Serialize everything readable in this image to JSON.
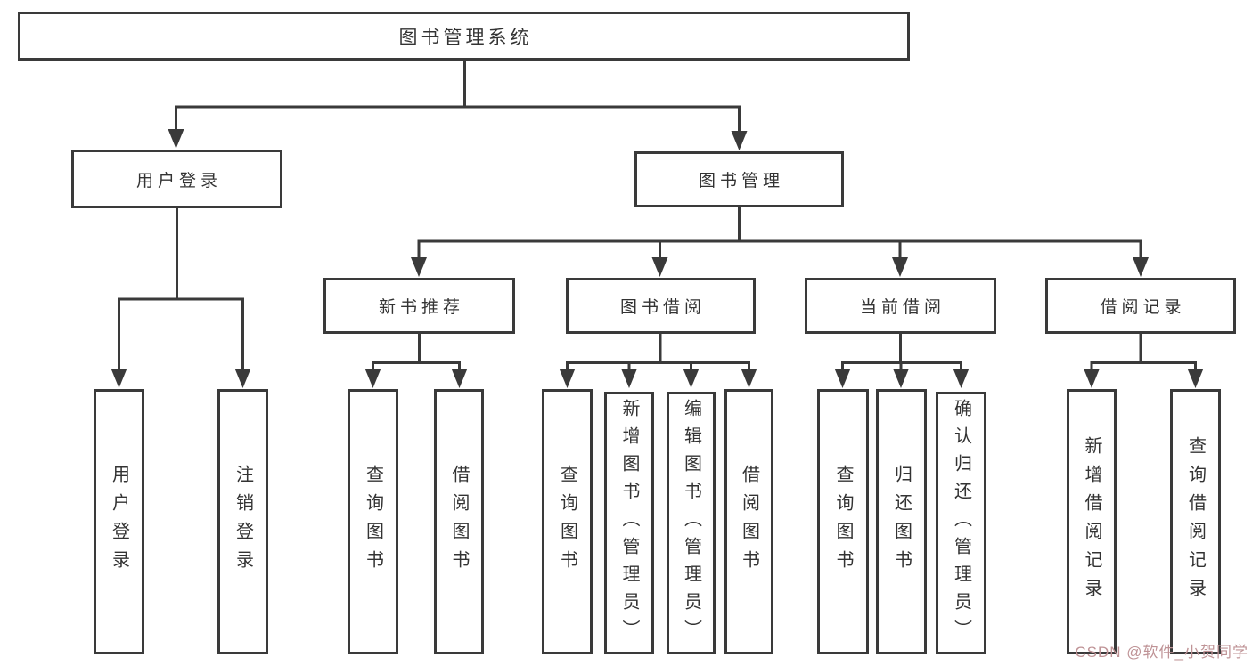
{
  "diagram": {
    "type": "tree",
    "title": "图书管理系统",
    "colors": {
      "line": "#3a3a3a",
      "box_border": "#3a3a3a",
      "text": "#333333",
      "background": "#ffffff",
      "watermark_text": "#bf9396"
    },
    "nodes": {
      "root": {
        "label": "图书管理系统",
        "children": [
          "user_login",
          "book_mgmt"
        ]
      },
      "user_login": {
        "label": "用户登录",
        "children": [
          "leaf_user_login",
          "leaf_logout"
        ]
      },
      "book_mgmt": {
        "label": "图书管理",
        "children": [
          "new_book_rec",
          "book_borrow",
          "current_borrow",
          "borrow_record"
        ]
      },
      "new_book_rec": {
        "label": "新书推荐",
        "children": [
          "leaf_query_book_1",
          "leaf_borrow_book_1"
        ]
      },
      "book_borrow": {
        "label": "图书借阅",
        "children": [
          "leaf_query_book_2",
          "leaf_add_book",
          "leaf_edit_book",
          "leaf_borrow_book_2"
        ]
      },
      "current_borrow": {
        "label": "当前借阅",
        "children": [
          "leaf_query_book_3",
          "leaf_return_book",
          "leaf_confirm_return"
        ]
      },
      "borrow_record": {
        "label": "借阅记录",
        "children": [
          "leaf_add_record",
          "leaf_query_record"
        ]
      },
      "leaf_user_login": {
        "label": "用户登录"
      },
      "leaf_logout": {
        "label": "注销登录"
      },
      "leaf_query_book_1": {
        "label": "查询图书"
      },
      "leaf_borrow_book_1": {
        "label": "借阅图书"
      },
      "leaf_query_book_2": {
        "label": "查询图书"
      },
      "leaf_add_book": {
        "label": "新增图书（管理员）"
      },
      "leaf_edit_book": {
        "label": "编辑图书（管理员）"
      },
      "leaf_borrow_book_2": {
        "label": "借阅图书"
      },
      "leaf_query_book_3": {
        "label": "查询图书"
      },
      "leaf_return_book": {
        "label": "归还图书"
      },
      "leaf_confirm_return": {
        "label": "确认归还（管理员）"
      },
      "leaf_add_record": {
        "label": "新增借阅记录"
      },
      "leaf_query_record": {
        "label": "查询借阅记录"
      }
    },
    "watermark": "CSDN @软件_小贺同学"
  }
}
